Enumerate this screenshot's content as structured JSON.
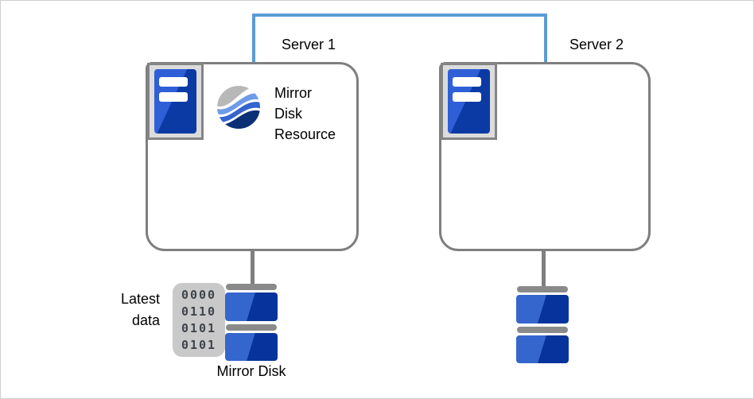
{
  "servers": [
    {
      "label": "Server 1"
    },
    {
      "label": "Server 2"
    }
  ],
  "mirror_disk_resource": {
    "label": "Mirror\nDisk\nResource"
  },
  "latest_data": {
    "label": "Latest\ndata",
    "binary_rows": [
      "0000",
      "0110",
      "0101",
      "0101"
    ]
  },
  "mirror_disk": {
    "label": "Mirror Disk"
  },
  "icons": {
    "server_icon": "server-tower",
    "resource_icon": "wave-sphere",
    "disk_icon": "stacked-disks",
    "binary_icon": "binary-data-chip"
  },
  "colors": {
    "connector_blue": "#5b9bd5",
    "box_border_gray": "#7f7f7f",
    "disk_light_blue": "#3566cd",
    "disk_dark_blue": "#07339c",
    "disk_bar_gray": "#8a8a8a",
    "binary_bg_gray": "#c9c9c9",
    "server_icon_blue_light": "#2e5fd6",
    "server_icon_blue_dark": "#0c3aa4",
    "swirl_gray": "#b8b8b8",
    "swirl_light_blue": "#6d9be8",
    "swirl_mid_blue": "#3464cf",
    "swirl_navy": "#0c3076"
  }
}
